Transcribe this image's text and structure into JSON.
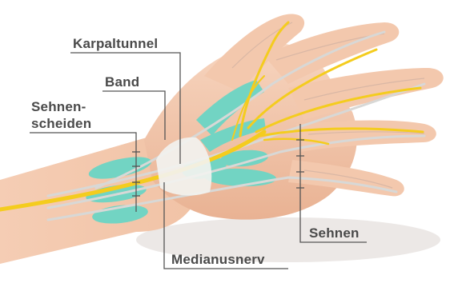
{
  "labels": {
    "karpaltunnel": "Karpaltunnel",
    "band": "Band",
    "sehnenscheiden_line1": "Sehnen-",
    "sehnenscheiden_line2": "scheiden",
    "sehnen": "Sehnen",
    "medianusnerv": "Medianusnerv"
  },
  "colors": {
    "skin": "#f3c7ab",
    "skin_shade": "#e6ab8c",
    "nerve": "#f4cc1e",
    "sheath": "#6fd3c2",
    "ligament": "#f2f2ef",
    "leader": "#555555"
  }
}
